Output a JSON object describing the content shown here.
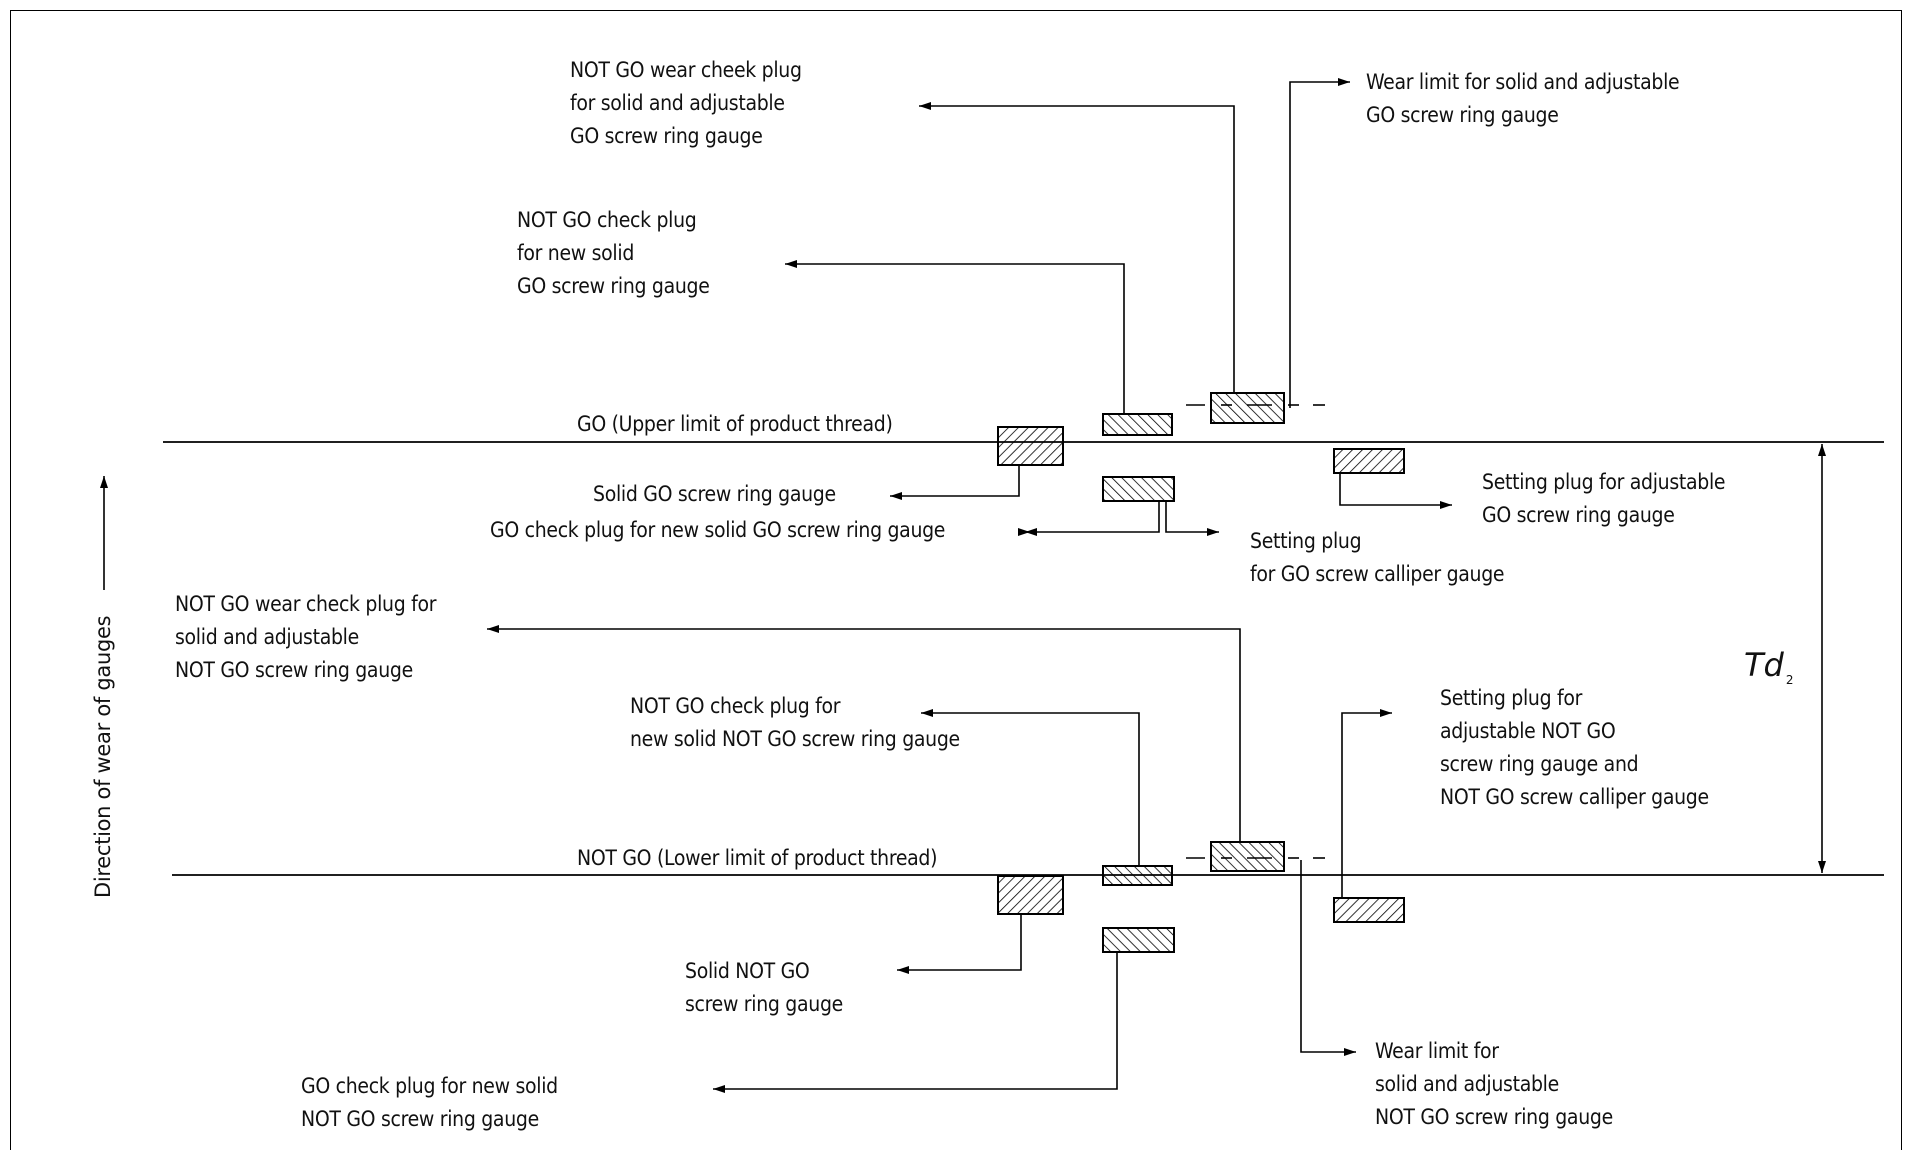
{
  "diagram": {
    "go_line_label": "GO (Upper limit of product thread)",
    "not_go_line_label": "NOT GO (Lower limit of product thread)",
    "tolerance_symbol": "Td",
    "tolerance_subscript": "2",
    "direction_label": "Direction of wear of gauges",
    "labels": {
      "not_go_wear_cheek_plug_go": "NOT GO wear cheek plug\nfor solid and adjustable\nGO screw ring gauge",
      "wear_limit_go": "Wear limit for solid and adjustable\nGO screw ring gauge",
      "not_go_check_plug_new_solid_go": "NOT GO check plug\nfor new solid\nGO screw ring gauge",
      "solid_go_ring": "Solid GO screw ring gauge",
      "go_check_plug_new_solid_go": "GO check plug for new solid GO screw ring gauge",
      "setting_plug_go_calliper": "Setting plug\nfor GO screw calliper gauge",
      "setting_plug_adjustable_go": "Setting plug for adjustable\nGO screw ring gauge",
      "not_go_wear_check_plug_not_go": "NOT GO wear check plug for\nsolid and adjustable\nNOT GO screw ring gauge",
      "not_go_check_plug_new_solid_not_go": "NOT GO check plug for\nnew solid NOT GO screw ring gauge",
      "setting_plug_adjustable_not_go": "Setting plug for\nadjustable NOT GO\nscrew ring gauge and\nNOT GO screw calliper gauge",
      "solid_not_go_ring": "Solid NOT GO\nscrew ring gauge",
      "wear_limit_not_go": "Wear limit for\nsolid and adjustable\nNOT GO screw ring gauge",
      "go_check_plug_new_solid_not_go": "GO check plug for new solid\nNOT GO screw ring gauge"
    }
  }
}
